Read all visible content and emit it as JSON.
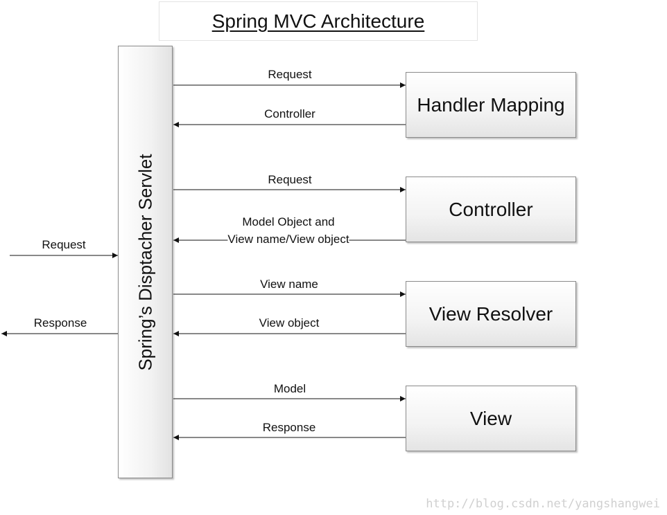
{
  "title": "Spring MVC Architecture",
  "servlet_label": "Spring’s Disptacher Servlet",
  "components": [
    {
      "label": "Handler Mapping",
      "to_label": "Request",
      "from_label": "Controller"
    },
    {
      "label": "Controller",
      "to_label": "Request",
      "from_label": "Model Object and\nView name/View object"
    },
    {
      "label": "View Resolver",
      "to_label": "View name",
      "from_label": "View object"
    },
    {
      "label": "View",
      "to_label": "Model",
      "from_label": "Response"
    }
  ],
  "client": {
    "request_label": "Request",
    "response_label": "Response"
  },
  "watermark": "http://blog.csdn.net/yangshangwei"
}
